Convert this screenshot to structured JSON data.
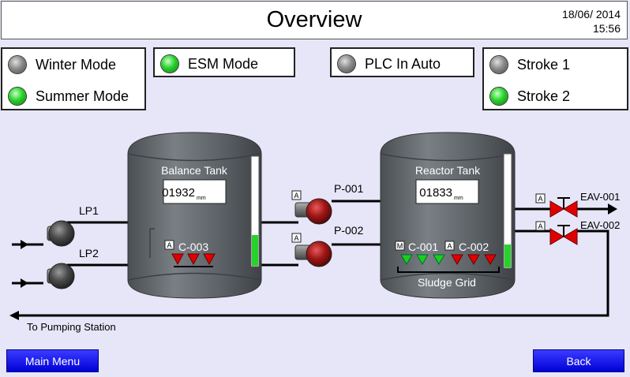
{
  "header": {
    "title": "Overview",
    "date": "18/06/ 2014",
    "time": "15:56"
  },
  "modes": {
    "winter": {
      "label": "Winter Mode",
      "status": "off"
    },
    "summer": {
      "label": "Summer Mode",
      "status": "on"
    },
    "esm": {
      "label": "ESM Mode",
      "status": "on"
    },
    "plc_auto": {
      "label": "PLC In Auto",
      "status": "off"
    },
    "stroke1": {
      "label": "Stroke 1",
      "status": "off"
    },
    "stroke2": {
      "label": "Stroke 2",
      "status": "on"
    }
  },
  "balance_tank": {
    "label": "Balance Tank",
    "level_value": "01932",
    "level_unit": "mm",
    "level_fraction": 0.28,
    "mixer": {
      "mode": "A",
      "label": "C-003"
    }
  },
  "reactor_tank": {
    "label": "Reactor Tank",
    "level_value": "01833",
    "level_unit": "mm",
    "level_fraction": 0.2,
    "mixer1": {
      "mode": "M",
      "label": "C-001"
    },
    "mixer2": {
      "mode": "A",
      "label": "C-002"
    },
    "grid_label": "Sludge Grid"
  },
  "pumps": {
    "lp1": {
      "label": "LP1"
    },
    "lp2": {
      "label": "LP2"
    },
    "p001": {
      "label": "P-001",
      "mode": "A"
    },
    "p002": {
      "label": "P-002",
      "mode": "A"
    }
  },
  "valves": {
    "eav001": {
      "label": "EAV-001",
      "mode": "A"
    },
    "eav002": {
      "label": "EAV-002",
      "mode": "A"
    }
  },
  "return_line_label": "To Pumping Station",
  "buttons": {
    "main_menu": "Main Menu",
    "back": "Back"
  },
  "colors": {
    "run_led": "#27d22a",
    "stop_led": "#8a8a8a",
    "pump_running": "#a01616",
    "tank": "#5a5f63",
    "level_bar": "#27d22a",
    "button": "#0000e0",
    "valve": "#e00000"
  }
}
